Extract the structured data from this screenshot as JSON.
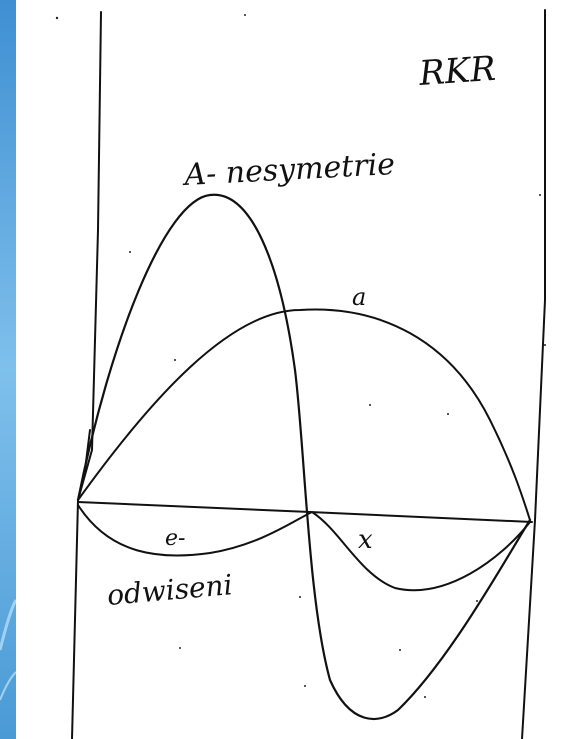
{
  "colors": {
    "desktop_top": "#3f8fd2",
    "desktop_mid": "#7fc0ec",
    "desktop_bottom": "#4a9ad6",
    "ink": "#111111",
    "paper": "#ffffff"
  },
  "sketch": {
    "corner_label": "RKR",
    "title_label": "A- nesymetrie",
    "curve_label_a": "a",
    "curve_label_e": "e-",
    "curve_label_x": "x",
    "bottom_label": "odwiseni"
  }
}
